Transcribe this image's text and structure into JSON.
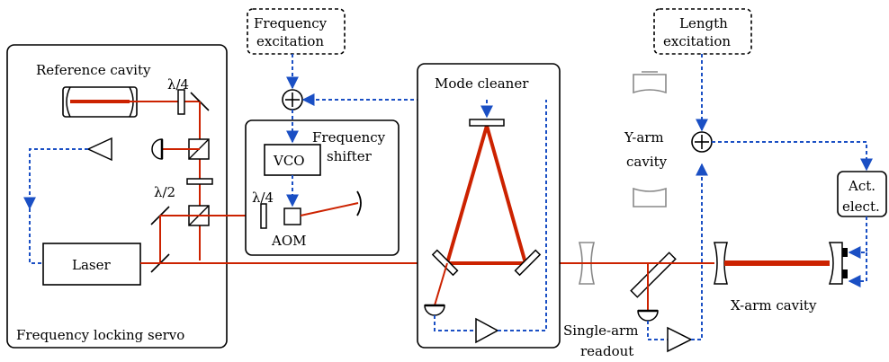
{
  "labels": {
    "reference_cavity": "Reference cavity",
    "quarter_wave_1": "λ/4",
    "half_wave": "λ/2",
    "quarter_wave_2": "λ/4",
    "laser": "Laser",
    "locking_servo": "Frequency locking servo",
    "freq_excitation_1": "Frequency",
    "freq_excitation_2": "excitation",
    "freq_shifter_1": "Frequency",
    "freq_shifter_2": "shifter",
    "vco": "VCO",
    "aom": "AOM",
    "mode_cleaner": "Mode cleaner",
    "length_excitation_1": "Length",
    "length_excitation_2": "excitation",
    "y_arm_1": "Y-arm",
    "y_arm_2": "cavity",
    "act_elect_1": "Act.",
    "act_elect_2": "elect.",
    "x_arm": "X-arm cavity",
    "single_arm_1": "Single-arm",
    "single_arm_2": "readout"
  },
  "colors": {
    "beam": "#cc2200",
    "signal": "#1a4fc4",
    "outline": "#000000",
    "grey_optic": "#888888"
  }
}
